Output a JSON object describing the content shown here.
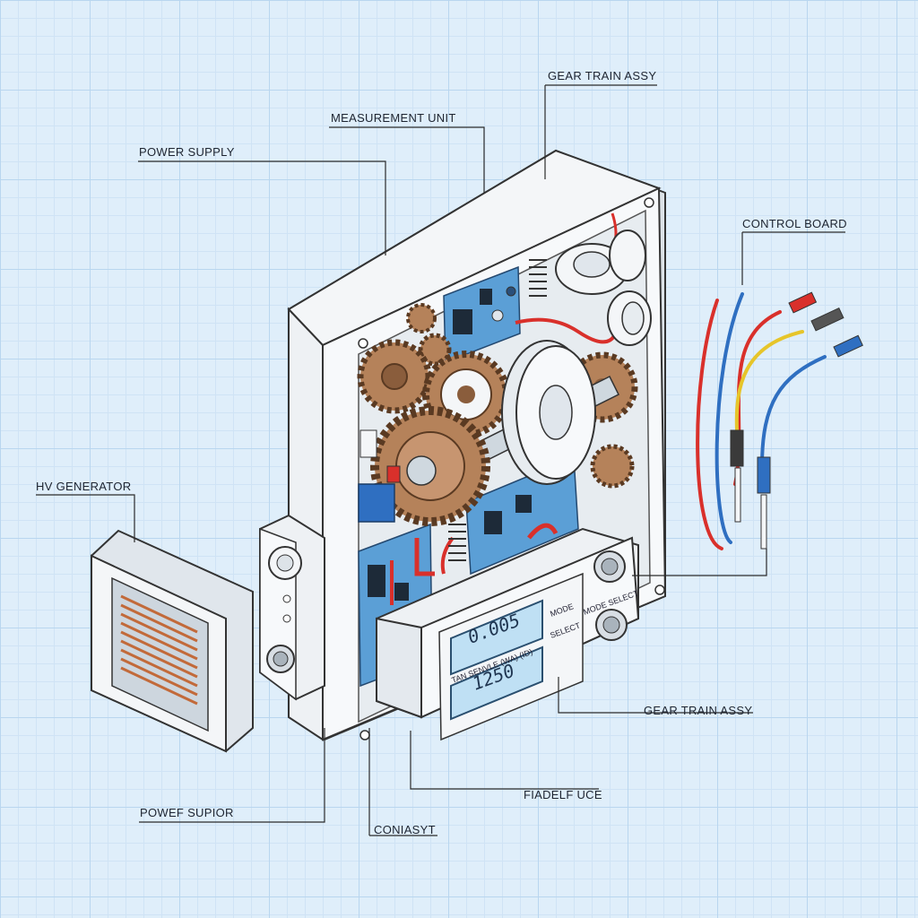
{
  "labels": {
    "gear_train_top": "GEAR TRAIN ASSY",
    "measurement_unit": "MEASUREMENT UNIT",
    "power_supply": "POWER SUPPLY",
    "control_board": "CONTROL BOARD",
    "hv_generator": "HV GENERATOR",
    "gear_train_bottom": "GEAR TRAIN ASSY",
    "fiadelf_uce": "FIADELF UCE",
    "power_supior": "POWEF SUPIOR",
    "coniasyt": "CONIASYT"
  },
  "meter": {
    "display_top": "0.005",
    "display_caption": "TAN SENVLE (WA) (ID)",
    "display_bottom": "1250",
    "mode_label": "MODE",
    "select_label": "SELECT",
    "mode_select_label": "MODE SELECT"
  },
  "colors": {
    "grid_bg": "#dfeefa",
    "enclosure": "#f4f6f8",
    "pcb": "#5b9fd6",
    "gear": "#b5825a",
    "copper": "#c26a3a",
    "wire_red": "#d9302b",
    "wire_blue": "#2f6fc1",
    "wire_yellow": "#e6c52a",
    "lcd": "#bfe0f4"
  }
}
